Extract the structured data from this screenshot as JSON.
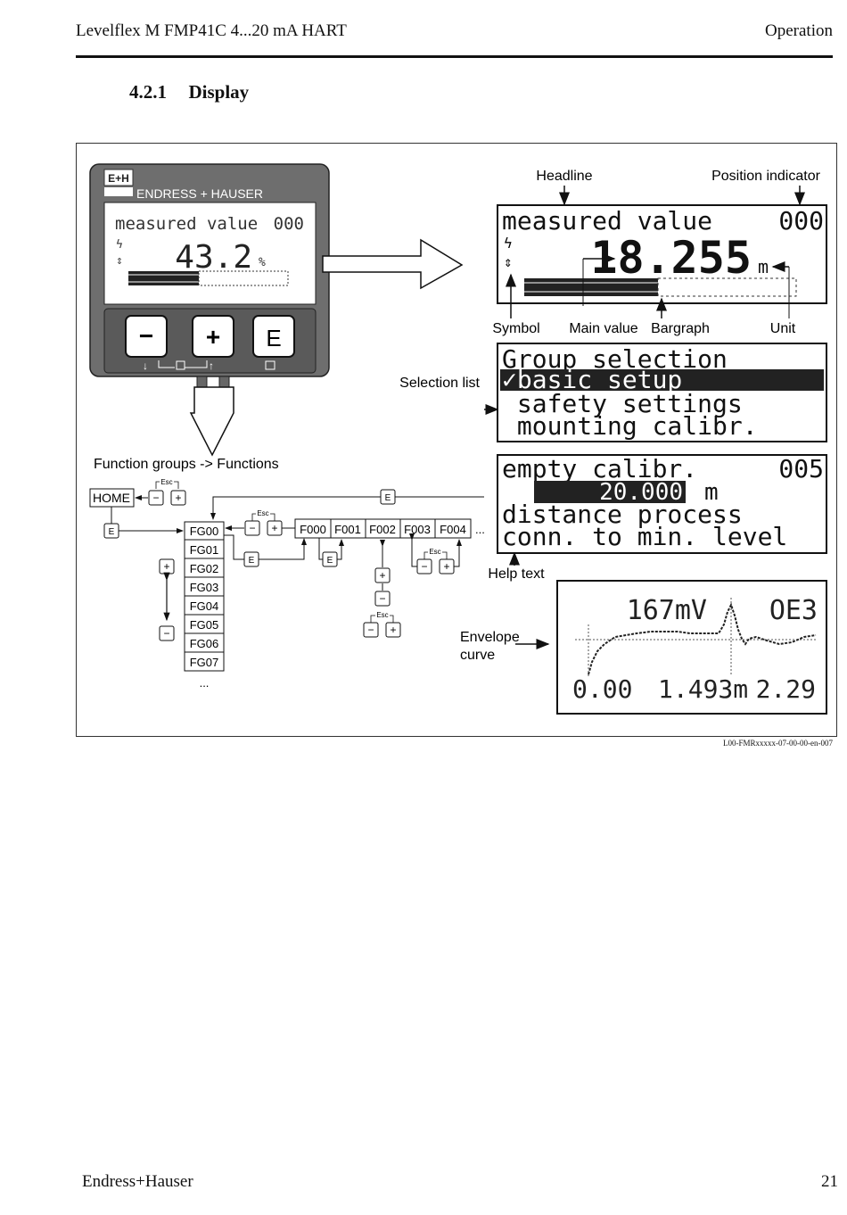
{
  "header": {
    "doc_title": "Levelflex M FMP41C 4...20 mA HART",
    "chapter": "Operation"
  },
  "section": {
    "number": "4.2.1",
    "title": "Display"
  },
  "device": {
    "brand": "ENDRESS + HAUSER",
    "logo": "E+H",
    "display_title": "measured value",
    "display_position": "000",
    "display_value": "43.2",
    "display_unit": "%",
    "keys": {
      "minus": "−",
      "plus": "+",
      "enter": "E"
    }
  },
  "annotations": {
    "headline": "Headline",
    "position_indicator": "Position indicator",
    "symbol": "Symbol",
    "main_value": "Main value",
    "bargraph": "Bargraph",
    "unit": "Unit",
    "selection_list": "Selection list",
    "help_text": "Help text",
    "envelope_curve_1": "Envelope",
    "envelope_curve_2": "curve",
    "function_groups": "Function groups -> Functions"
  },
  "lcd_main": {
    "title": "measured value",
    "position": "000",
    "value": "18.255",
    "unit": "m"
  },
  "lcd_selection": {
    "line1": "Group selection",
    "line2": "basic setup",
    "line3": " safety settings",
    "line4": " mounting calibr."
  },
  "lcd_help": {
    "title": "empty calibr.",
    "position": "005",
    "value": "20.000",
    "unit": "m",
    "line3": "distance process",
    "line4": "conn. to min. level"
  },
  "lcd_envelope": {
    "top_value": "167mV",
    "top_code": "OE3",
    "x_left": "0.00",
    "x_mid": "1.493m",
    "x_right": "2.29"
  },
  "menu": {
    "home": "HOME",
    "esc": "Esc",
    "minus": "−",
    "plus": "+",
    "enter": "E",
    "ellipsis": "...",
    "groups": [
      "FG00",
      "FG01",
      "FG02",
      "FG03",
      "FG04",
      "FG05",
      "FG06",
      "FG07"
    ],
    "functions": [
      "F000",
      "F001",
      "F002",
      "F003",
      "F004"
    ]
  },
  "figure_ref": "L00-FMRxxxxx-07-00-00-en-007",
  "footer": {
    "brand": "Endress+Hauser",
    "page": "21"
  }
}
